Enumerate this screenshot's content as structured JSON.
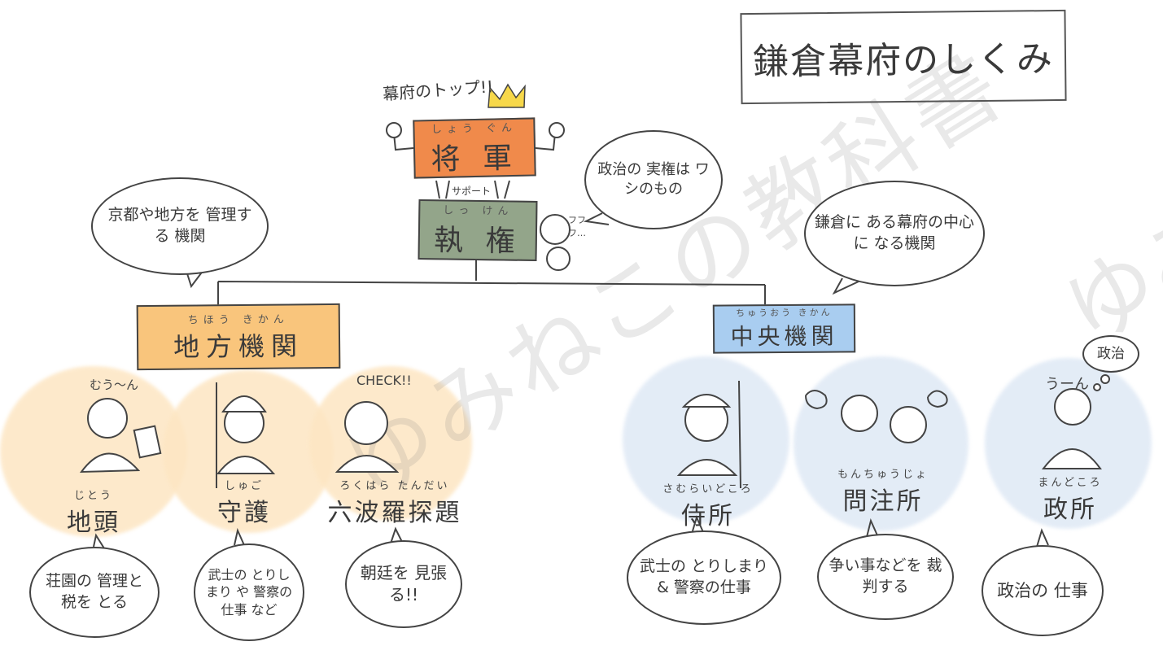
{
  "title": "鎌倉幕府のしくみ",
  "watermark": "ゆみねこの教科書",
  "watermark_right": "ゆみ",
  "top": {
    "note": "幕府のトップ!!",
    "shogun": {
      "ruby": "しょう ぐん",
      "name": "将 軍"
    },
    "support": "サポート",
    "shikken": {
      "ruby": "しっ けん",
      "name": "執 権"
    },
    "laugh": "フフフ…",
    "bubble": "政治の 実権は ワシのもの"
  },
  "left_bubble": "京都や地方を 管理する 機関",
  "right_bubble": "鎌倉に ある幕府の中心に なる機関",
  "chiho": {
    "ruby": "ちほう きかん",
    "name": "地方機関"
  },
  "chuo": {
    "ruby": "ちゅうおう きかん",
    "name": "中央機関"
  },
  "offices": [
    {
      "ruby": "じとう",
      "name": "地頭",
      "exclaim": "むう〜ん",
      "role": "荘園の 管理と税を とる"
    },
    {
      "ruby": "しゅご",
      "name": "守護",
      "exclaim": "",
      "role": "武士の とりしまり や 警察の仕事 など"
    },
    {
      "ruby": "ろくはら たんだい",
      "name": "六波羅探題",
      "exclaim": "CHECK!!",
      "role": "朝廷を 見張る!!"
    },
    {
      "ruby": "さむらいどころ",
      "name": "侍所",
      "exclaim": "",
      "role": "武士の とりしまり & 警察の仕事"
    },
    {
      "ruby": "もんちゅうじょ",
      "name": "問注所",
      "exclaim": "",
      "role": "争い事などを 裁判する"
    },
    {
      "ruby": "まんどころ",
      "name": "政所",
      "exclaim": "うーん",
      "thought": "政治",
      "role": "政治の 仕事"
    }
  ],
  "colors": {
    "shogun": "#f08a4b",
    "shikken": "#93a58a",
    "chiho": "#f9c57c",
    "chuo": "#a9cdf0"
  }
}
